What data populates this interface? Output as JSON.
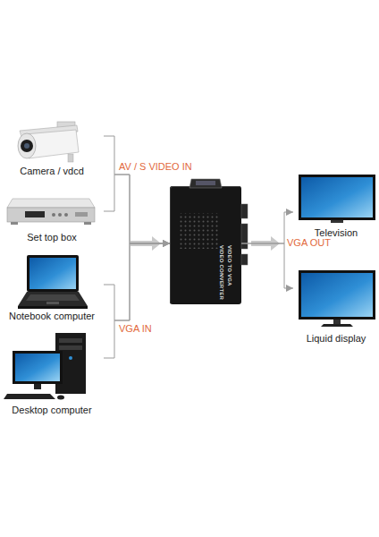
{
  "diagram": {
    "nodes": [
      {
        "text": [
          "Camera / vdcd"
        ]
      },
      {
        "text": [
          "Set top box"
        ]
      },
      {
        "text": [
          "Notebook computer"
        ]
      },
      {
        "text": [
          "Desktop computer"
        ]
      },
      {
        "text": [
          "VIDEO CONVERTER",
          "VIDEO TO VGA"
        ]
      },
      {
        "text": [
          "Television"
        ]
      },
      {
        "text": [
          "Liquid display"
        ]
      }
    ],
    "edges": [
      {
        "from": 0,
        "to": 4,
        "arrow": "to",
        "label": "AV / S VIDEO IN"
      },
      {
        "from": 1,
        "to": 4,
        "arrow": "to"
      },
      {
        "from": 2,
        "to": 4,
        "arrow": "to",
        "label": "VGA IN"
      },
      {
        "from": 3,
        "to": 4,
        "arrow": "to"
      },
      {
        "from": 4,
        "to": 5,
        "arrow": "to",
        "label": "VGA OUT"
      },
      {
        "from": 4,
        "to": 6,
        "arrow": "to"
      }
    ]
  }
}
